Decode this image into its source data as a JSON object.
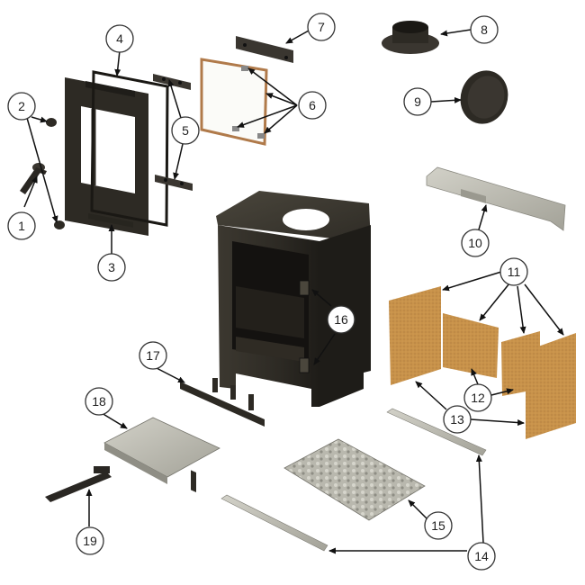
{
  "callouts": [
    {
      "id": "1",
      "label": "1"
    },
    {
      "id": "2",
      "label": "2"
    },
    {
      "id": "3",
      "label": "3"
    },
    {
      "id": "4",
      "label": "4"
    },
    {
      "id": "5",
      "label": "5"
    },
    {
      "id": "6",
      "label": "6"
    },
    {
      "id": "7",
      "label": "7"
    },
    {
      "id": "8",
      "label": "8"
    },
    {
      "id": "9",
      "label": "9"
    },
    {
      "id": "10",
      "label": "10"
    },
    {
      "id": "11",
      "label": "11"
    },
    {
      "id": "12",
      "label": "12"
    },
    {
      "id": "13",
      "label": "13"
    },
    {
      "id": "14",
      "label": "14"
    },
    {
      "id": "15",
      "label": "15"
    },
    {
      "id": "16",
      "label": "16"
    },
    {
      "id": "17",
      "label": "17"
    },
    {
      "id": "18",
      "label": "18"
    },
    {
      "id": "19",
      "label": "19"
    }
  ],
  "colors": {
    "stove_body": "#2d2a24",
    "steel_dark": "#3a3630",
    "galvanised": "#b8b7ae",
    "vermiculite": "#c8924a",
    "gasket": "#b07a4a",
    "leader": "#111111"
  }
}
